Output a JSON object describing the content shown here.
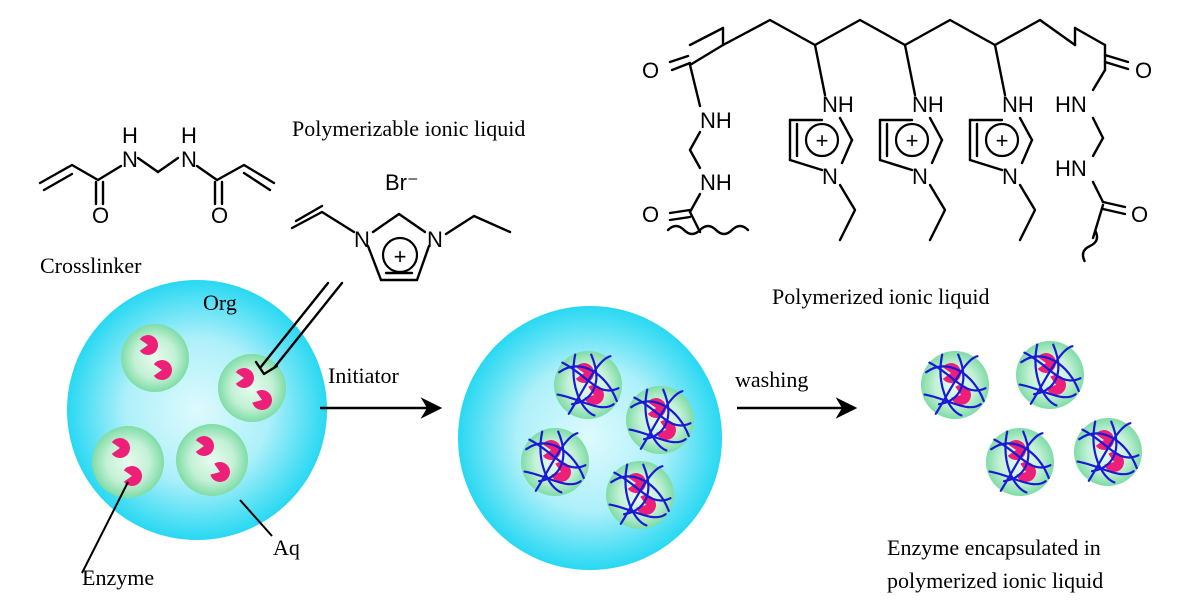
{
  "labels": {
    "polymerizable_ionic_liquid": "Polymerizable ionic liquid",
    "crosslinker": "Crosslinker",
    "org": "Org",
    "initiator": "Initiator",
    "washing": "washing",
    "polymerized_ionic_liquid": "Polymerized ionic liquid",
    "enzyme": "Enzyme",
    "aq": "Aq",
    "result_line1": "Enzyme encapsulated in",
    "result_line2": "polymerized ionic liquid"
  },
  "atoms": {
    "H": "H",
    "N": "N",
    "O": "O",
    "NH": "NH",
    "HN": "HN",
    "plus": "+",
    "br_minus": "Br⁻"
  },
  "colors": {
    "droplet_outer": "#28d8f2",
    "droplet_inner": "#ddfafd",
    "aq_outer": "#7fdca6",
    "aq_inner": "#e8fbef",
    "enzyme": "#ee1f78",
    "network": "#1a1ad6"
  }
}
